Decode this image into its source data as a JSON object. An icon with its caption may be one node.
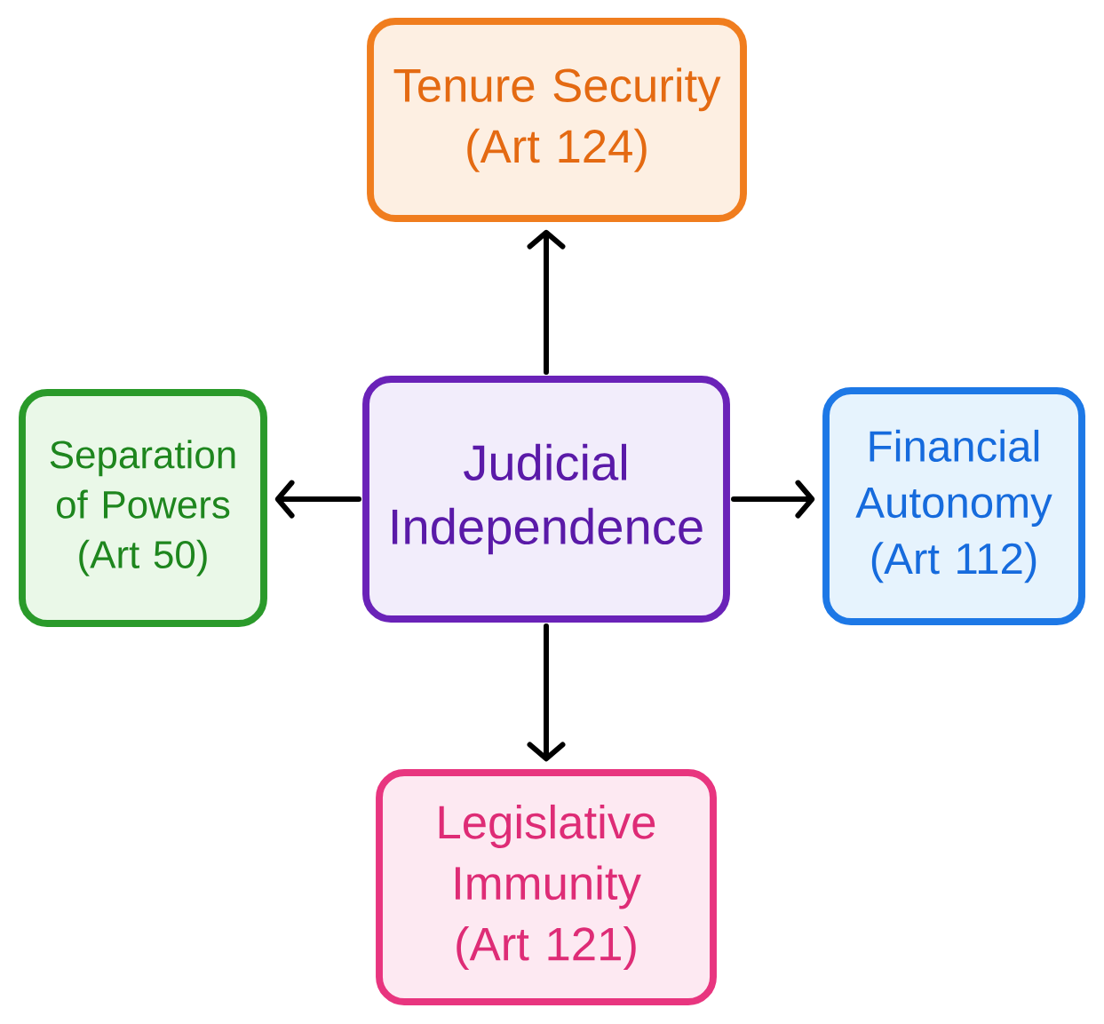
{
  "diagram": {
    "nodes": [
      {
        "text": [
          "Tenure Security",
          "(Art 124)"
        ]
      },
      {
        "text": [
          "Separation of Powers",
          "(Art 50)"
        ]
      },
      {
        "text": [
          "Judicial Independence"
        ]
      },
      {
        "text": [
          "Financial Autonomy",
          "(Art 112)"
        ]
      },
      {
        "text": [
          "Legislative Immunity",
          "(Art 121)"
        ]
      }
    ],
    "edges": [
      {
        "from": 2,
        "to": 0,
        "arrow": "to"
      },
      {
        "from": 2,
        "to": 1,
        "arrow": "to"
      },
      {
        "from": 2,
        "to": 3,
        "arrow": "to"
      },
      {
        "from": 2,
        "to": 4,
        "arrow": "to"
      }
    ]
  }
}
